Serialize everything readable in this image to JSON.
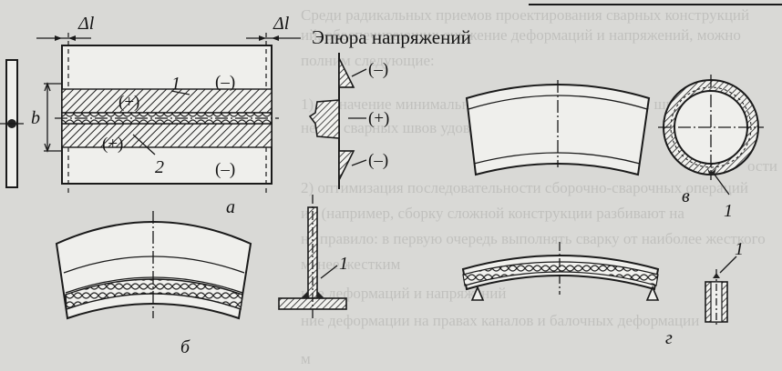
{
  "figure": {
    "title": "Эпюра напряжений",
    "delta": "Δl",
    "width_label": "b",
    "labels": {
      "one": "1",
      "two": "2",
      "minus": "(–)",
      "plus": "(+)",
      "a": "а",
      "b": "б",
      "v": "в",
      "g": "г"
    }
  },
  "background_text": {
    "lines": [
      "Среди радикальных приемов проектирования сварных конструкций",
      "ий, обеспечивающих снижение деформаций и напряжений, можно",
      "полним следующие:",
      "1) назначение минимальной протяженности сварных швов",
      "нения сварных швов удовлетворяющих",
      "ости",
      "2) оптимизация последовательности сборочно-сварочных операций",
      "ий (например, сборку сложной конструкции разбивают на",
      "на правило: в первую очередь выполнять сварку от наиболее жесткого",
      "менее жестким",
      "ние деформаций и напряжений",
      "ние деформации на правах каналов и балочных деформации",
      "м"
    ]
  }
}
